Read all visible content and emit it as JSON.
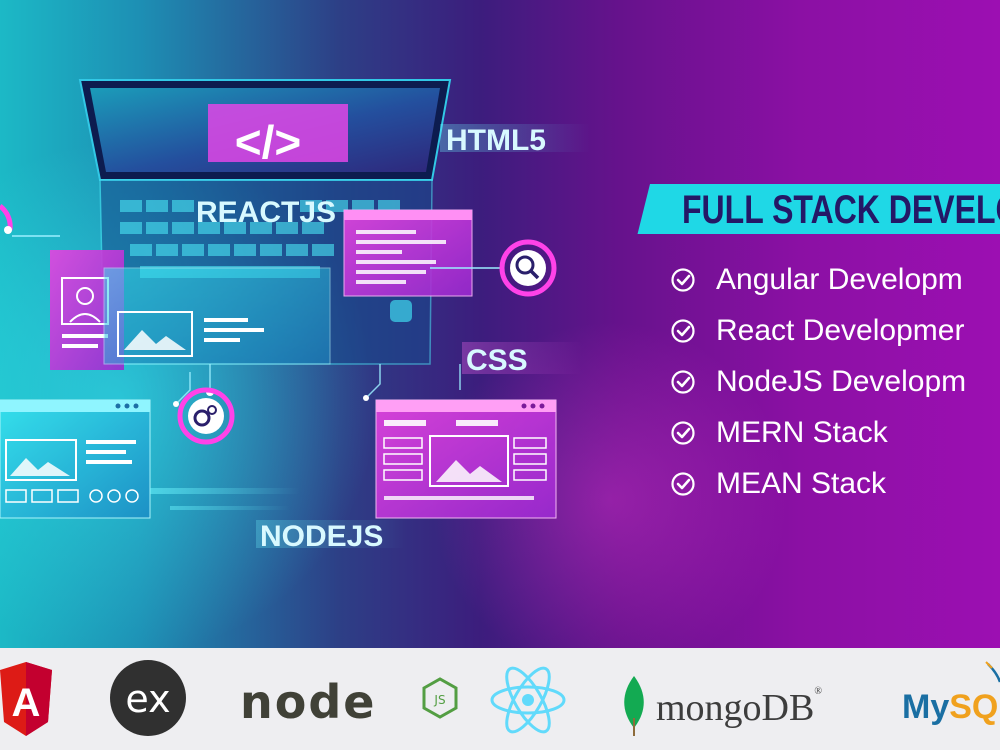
{
  "illustration": {
    "code_symbol": "</>",
    "labels": {
      "html5": "HTML5",
      "reactjs": "REACTJS",
      "css": "CSS",
      "nodejs": "NODEJS"
    },
    "icons": [
      "laptop-icon",
      "magnifier-icon",
      "gear-icon",
      "browser-window-icon",
      "profile-card-icon",
      "image-placeholder-icon"
    ]
  },
  "headline": {
    "text": "FULL STACK DEVELO"
  },
  "features": [
    {
      "text": "Angular Developm",
      "icon": "check-circle-icon"
    },
    {
      "text": "React Developmer",
      "icon": "check-circle-icon"
    },
    {
      "text": "NodeJS Developm",
      "icon": "check-circle-icon"
    },
    {
      "text": "MERN Stack",
      "icon": "check-circle-icon"
    },
    {
      "text": "MEAN Stack",
      "icon": "check-circle-icon"
    }
  ],
  "logos": {
    "angular": {
      "icon": "angular-logo-icon",
      "letter": "A"
    },
    "express": {
      "icon": "express-logo-icon",
      "text": "ex"
    },
    "node": {
      "icon": "nodejs-logo-icon",
      "text": "node",
      "badge": "JS"
    },
    "react": {
      "icon": "react-logo-icon"
    },
    "mongodb": {
      "icon": "mongodb-leaf-icon",
      "text": "mongoDB",
      "mark": "®"
    },
    "mysql": {
      "icon": "mysql-dolphin-icon",
      "text_my": "My",
      "text_sql": "SQ"
    }
  },
  "colors": {
    "cyan": "#1fd8e6",
    "magenta": "#e23bd9",
    "purple": "#7a12a0",
    "navy": "#241866",
    "angular_red": "#dd1b16",
    "node_green": "#539e43",
    "react_blue": "#61dafb",
    "mongo_green": "#13aa52",
    "mysql_blue": "#1a6fa3",
    "mysql_orange": "#f0a11e"
  }
}
